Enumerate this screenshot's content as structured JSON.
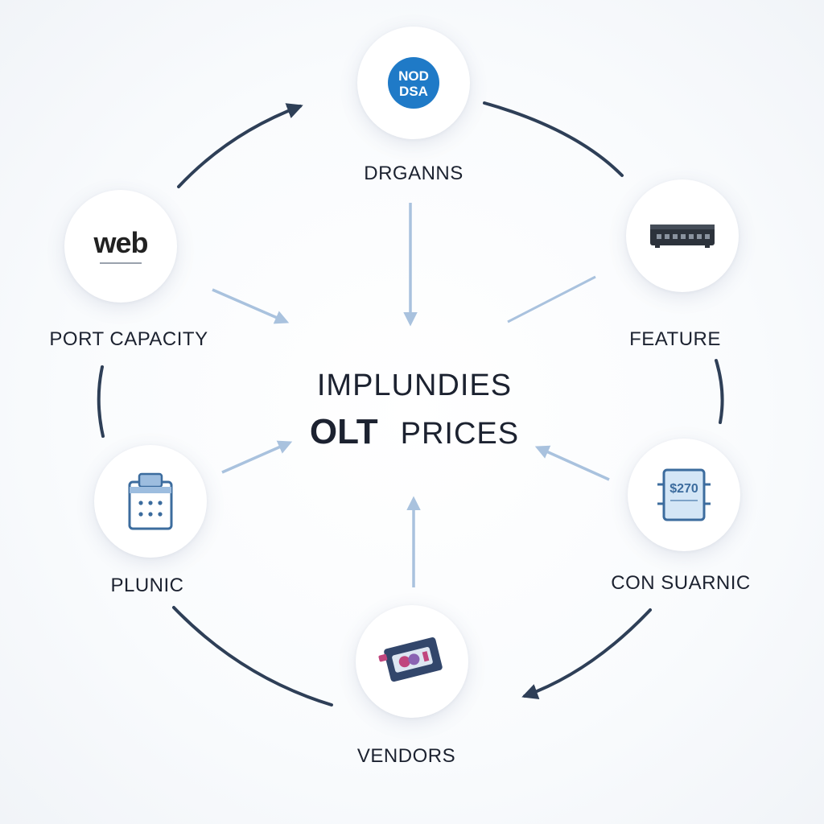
{
  "center": {
    "line1": "IMPLUNDIES",
    "line2_bold": "OLT",
    "line2_rest": "PRICES"
  },
  "nodes": {
    "top": {
      "label": "DRGANNS",
      "icon": "brand-logo-icon",
      "logo_text_1": "NOD",
      "logo_text_2": "DSA"
    },
    "upper_left": {
      "label": "PORT CAPACITY",
      "icon": "web-logo-icon",
      "logo_text": "web"
    },
    "upper_right": {
      "label": "FEATURE",
      "icon": "network-device-icon"
    },
    "lower_left": {
      "label": "PLUNIC",
      "icon": "clipboard-grid-icon"
    },
    "lower_right": {
      "label": "CON SUARNIC",
      "icon": "price-tag-icon",
      "price_text": "$270"
    },
    "bottom": {
      "label": "VENDORS",
      "icon": "payment-card-icon"
    }
  },
  "colors": {
    "dark_arrow": "#2e3f57",
    "light_arrow": "#a9c2de",
    "logo_blue": "#1f7ac7",
    "price_blue": "#3c6c9e",
    "card_navy": "#32466b"
  }
}
